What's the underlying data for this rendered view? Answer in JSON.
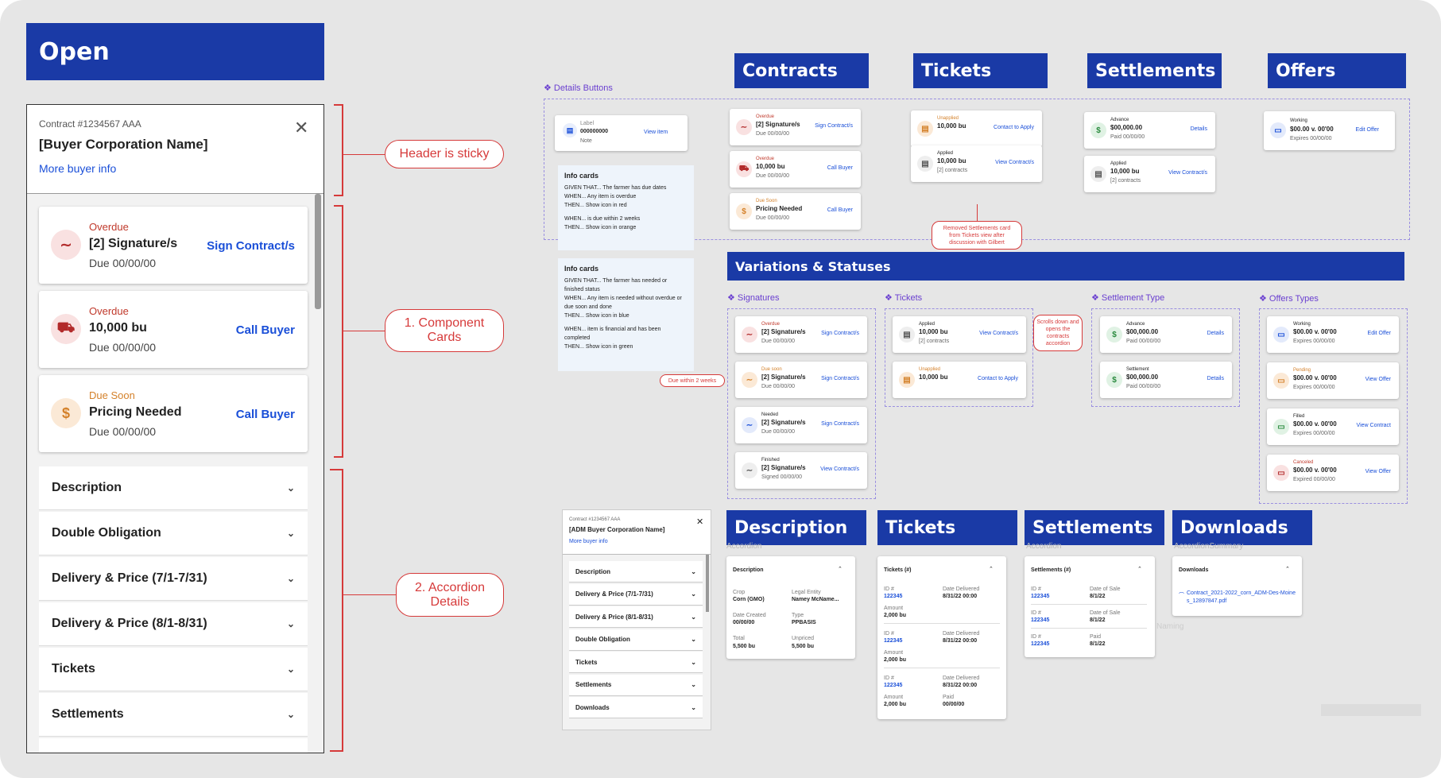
{
  "open_title": "Open",
  "panel": {
    "contract": "Contract #1234567 AAA",
    "buyer": "[Buyer Corporation Name]",
    "more": "More buyer info",
    "cards": [
      {
        "status": "Overdue",
        "title": "[2] Signature/s",
        "due": "Due 00/00/00",
        "action": "Sign Contract/s"
      },
      {
        "status": "Overdue",
        "title": "10,000 bu",
        "due": "Due 00/00/00",
        "action": "Call Buyer"
      },
      {
        "status": "Due Soon",
        "title": "Pricing Needed",
        "due": "Due 00/00/00",
        "action": "Call Buyer"
      }
    ],
    "accordions": [
      "Description",
      "Double Obligation",
      "Delivery & Price (7/1-7/31)",
      "Delivery & Price (8/1-8/31)",
      "Tickets",
      "Settlements"
    ]
  },
  "callouts": {
    "sticky": "Header is sticky",
    "cards": "1. Component Cards",
    "accordion": "2. Accordion Details",
    "removed": "Removed Settlements card from Tickets view after discussion with Gilbert",
    "scrolls": "Scrolls down and opens the contracts accordion",
    "within": "Due within 2 weeks"
  },
  "sections": {
    "contracts": "Contracts",
    "tickets": "Tickets",
    "settlements": "Settlements",
    "offers": "Offers",
    "variations": "Variations & Statuses",
    "description": "Description",
    "tickets2": "Tickets",
    "settlements2": "Settlements",
    "downloads": "Downloads"
  },
  "ghost": {
    "accordion": "Accordion",
    "accordion_summary": "AccordionSummary",
    "naming": "Naming"
  },
  "labels": {
    "details_buttons": "Details Buttons",
    "signatures": "Signatures",
    "tickets": "Tickets",
    "settlement_type": "Settlement Type",
    "offers_types": "Offers Types"
  },
  "details_btn": {
    "label": "Label",
    "value": "000000000",
    "note": "Note",
    "action": "View item"
  },
  "info1": {
    "title": "Info cards",
    "l1": "GIVEN THAT... The farmer has due dates",
    "l2": "WHEN... Any item is overdue",
    "l3": "THEN... Show icon in red",
    "l4": "WHEN... is due within 2 weeks",
    "l5": "THEN... Show icon in orange"
  },
  "info2": {
    "title": "Info cards",
    "l1": "GIVEN THAT... The farmer has needed or finished status",
    "l2": "WHEN... Any item is needed without overdue or due soon and done",
    "l3": "THEN... Show icon in blue",
    "l4": "WHEN... item is financial and has been completed",
    "l5": "THEN... Show icon in green"
  },
  "contracts_cards": [
    {
      "status": "Overdue",
      "title": "[2] Signature/s",
      "sub": "Due 00/00/00",
      "action": "Sign Contract/s"
    },
    {
      "status": "Overdue",
      "title": "10,000 bu",
      "sub": "Due 00/00/00",
      "action": "Call Buyer"
    },
    {
      "status": "Due Soon",
      "title": "Pricing Needed",
      "sub": "Due 00/00/00",
      "action": "Call Buyer"
    }
  ],
  "tickets_cards": [
    {
      "status": "Unapplied",
      "title": "10,000 bu",
      "sub": "",
      "action": "Contact to Apply"
    },
    {
      "status": "Applied",
      "title": "10,000 bu",
      "sub": "[2] contracts",
      "action": "View Contract/s"
    }
  ],
  "settle_cards": [
    {
      "status": "Advance",
      "title": "$00,000.00",
      "sub": "Paid 00/00/00",
      "action": "Details"
    },
    {
      "status": "Applied",
      "title": "10,000 bu",
      "sub": "[2] contracts",
      "action": "View Contract/s"
    }
  ],
  "offers_card": {
    "status": "Working",
    "title": "$00.00 v. 00'00",
    "sub": "Expires 00/00/00",
    "action": "Edit Offer"
  },
  "var_sigs": [
    {
      "status": "Overdue",
      "title": "[2] Signature/s",
      "sub": "Due 00/00/00",
      "action": "Sign Contract/s"
    },
    {
      "status": "Due soon",
      "title": "[2] Signature/s",
      "sub": "Due 00/00/00",
      "action": "Sign Contract/s"
    },
    {
      "status": "Needed",
      "title": "[2] Signature/s",
      "sub": "Due 00/00/00",
      "action": "Sign Contract/s"
    },
    {
      "status": "Finished",
      "title": "[2] Signature/s",
      "sub": "Signed 00/00/00",
      "action": "View Contract/s"
    }
  ],
  "var_tickets": [
    {
      "status": "Applied",
      "title": "10,000 bu",
      "sub": "[2] contracts",
      "action": "View Contract/s"
    },
    {
      "status": "Unapplied",
      "title": "10,000 bu",
      "sub": "",
      "action": "Contact to Apply"
    }
  ],
  "var_settle": [
    {
      "status": "Advance",
      "title": "$00,000.00",
      "sub": "Paid 00/00/00",
      "action": "Details"
    },
    {
      "status": "Settlement",
      "title": "$00,000.00",
      "sub": "Paid 00/00/00",
      "action": "Details"
    }
  ],
  "var_offers": [
    {
      "status": "Working",
      "title": "$00.00 v. 00'00",
      "sub": "Expires 00/00/00",
      "action": "Edit Offer"
    },
    {
      "status": "Pending",
      "title": "$00.00 v. 00'00",
      "sub": "Expires 00/00/00",
      "action": "View Offer"
    },
    {
      "status": "Filled",
      "title": "$00.00 v. 00'00",
      "sub": "Expires 00/00/00",
      "action": "View Contract"
    },
    {
      "status": "Canceled",
      "title": "$00.00 v. 00'00",
      "sub": "Expired 00/00/00",
      "action": "View Offer"
    }
  ],
  "mini": {
    "contract": "Contract #1234567 AAA",
    "buyer": "[ADM Buyer Corporation Name]",
    "more": "More buyer info",
    "rows": [
      "Description",
      "Delivery & Price (7/1-7/31)",
      "Delivery & Price (8/1-8/31)",
      "Double Obligation",
      "Tickets",
      "Settlements",
      "Downloads"
    ]
  },
  "desc": {
    "title": "Description",
    "crop_l": "Crop",
    "crop": "Corn (GMO)",
    "le_l": "Legal Entity",
    "le": "Namey McName...",
    "dc_l": "Date Created",
    "dc": "00/00/00",
    "type_l": "Type",
    "type": "PPBASIS",
    "tot_l": "Total",
    "tot": "5,500 bu",
    "un_l": "Unpriced",
    "un": "5,500 bu"
  },
  "tick": {
    "title": "Tickets (#)",
    "id_l": "ID #",
    "id": "122345",
    "dd_l": "Date Delivered",
    "dd": "8/31/22 00:00",
    "am_l": "Amount",
    "am": "2,000 bu",
    "paid_l": "Paid",
    "paid": "00/00/00"
  },
  "sett": {
    "title": "Settlements (#)",
    "id_l": "ID #",
    "id": "122345",
    "ds_l": "Date of Sale",
    "ds": "8/1/22",
    "paid_l": "Paid",
    "paid": "8/1/22"
  },
  "dl": {
    "title": "Downloads",
    "file": "Contract_2021-2022_corn_ADM-Des-Moines_12897847.pdf"
  }
}
